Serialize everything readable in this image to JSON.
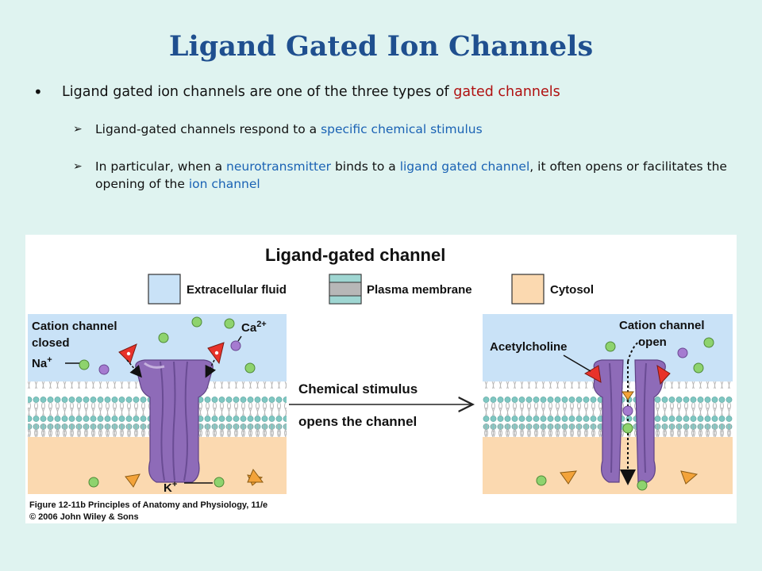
{
  "slide": {
    "title": "Ligand Gated Ion Channels",
    "bullet": {
      "text": "Ligand gated ion channels are one of the three types of ",
      "highlight": "gated channels"
    },
    "subpoints": [
      {
        "parts": [
          {
            "text": "Ligand-gated channels respond to a ",
            "color": "default"
          },
          {
            "text": "specific chemical stimulus",
            "color": "blue"
          }
        ]
      },
      {
        "parts": [
          {
            "text": "In particular, when a ",
            "color": "default"
          },
          {
            "text": "neurotransmitter",
            "color": "blue"
          },
          {
            "text": " binds to a ",
            "color": "default"
          },
          {
            "text": "ligand gated channel",
            "color": "blue"
          },
          {
            "text": ", it often opens or facilitates the opening of the ",
            "color": "default"
          },
          {
            "text": "ion channel",
            "color": "blue"
          }
        ]
      }
    ]
  },
  "figure": {
    "title": "Ligand-gated channel",
    "legend": [
      {
        "label": "Extracellular fluid",
        "color": "#c9e2f7"
      },
      {
        "label": "Plasma membrane",
        "color": "#9fd6d2"
      },
      {
        "label": "Cytosol",
        "color": "#fbd9b0"
      }
    ],
    "left_panel": {
      "label_line1": "Cation channel",
      "label_line2": "closed",
      "ion_na": "Na",
      "ion_ca": "Ca",
      "ion_k": "K",
      "sup_na": "+",
      "sup_ca": "2+",
      "sup_k": "+"
    },
    "middle": {
      "line1": "Chemical stimulus",
      "line2": "opens the channel"
    },
    "right_panel": {
      "label_line1": "Cation channel",
      "label_line2": "open",
      "ligand": "Acetylcholine"
    },
    "caption_line1": "Figure 12-11b  Principles of Anatomy and Physiology, 11/e",
    "caption_line2": "© 2006 John Wiley & Sons"
  },
  "colors": {
    "title": "#1f4f8f",
    "highlight_red": "#b01010",
    "highlight_blue": "#1a62b4",
    "background": "#dff3f0",
    "extracellular": "#c9e2f7",
    "cytosol": "#fbd9b0",
    "protein": "#8e6bb8"
  }
}
